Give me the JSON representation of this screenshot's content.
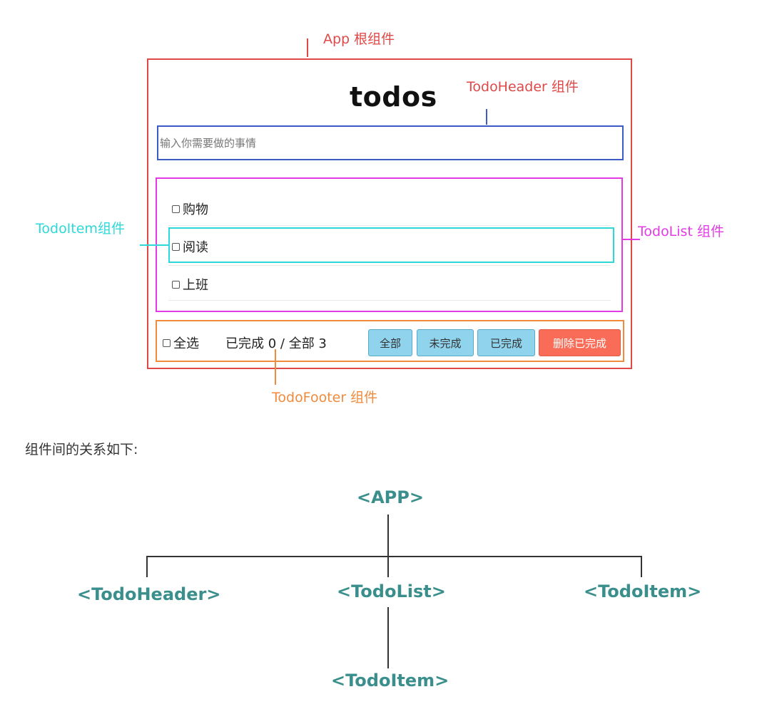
{
  "annotations": {
    "app": "App 根组件",
    "header": "TodoHeader 组件",
    "item": "TodoItem组件",
    "list": "TodoList 组件",
    "footer": "TodoFooter 组件"
  },
  "app": {
    "title": "todos",
    "input_placeholder": "输入你需要做的事情",
    "todos": [
      {
        "label": "购物",
        "checked": false
      },
      {
        "label": "阅读",
        "checked": false
      },
      {
        "label": "上班",
        "checked": false
      }
    ],
    "footer": {
      "select_all_label": "全选",
      "done_prefix": "已完成 ",
      "done_count": "0",
      "total_prefix": " / 全部 ",
      "total_count": "3",
      "buttons": [
        "全部",
        "未完成",
        "已完成",
        "删除已完成"
      ]
    }
  },
  "relationship_sentence": "组件间的关系如下:",
  "tree": {
    "root": "<APP>",
    "children": [
      "<TodoHeader>",
      "<TodoList>",
      "<TodoItem>"
    ],
    "grandchild": "<TodoItem>"
  },
  "colors": {
    "app": "#e04848",
    "header": "#3b5cc6",
    "list": "#e33ae6",
    "item": "#2ed8d8",
    "footer": "#f08a3c",
    "tree_text": "#3a8f8c"
  }
}
